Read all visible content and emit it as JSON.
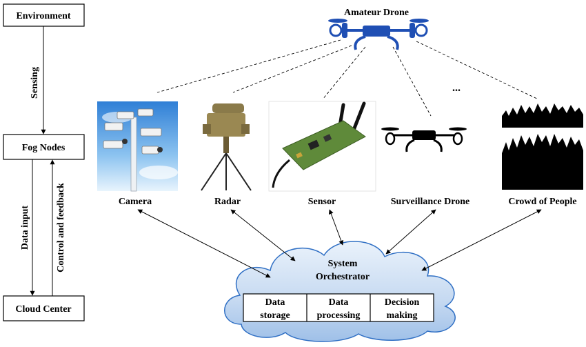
{
  "left_flow": {
    "environment": "Environment",
    "fog_nodes": "Fog Nodes",
    "cloud_center": "Cloud Center",
    "sensing": "Sensing",
    "data_input": "Data input",
    "control_feedback": "Control and feedback"
  },
  "top": {
    "amateur_drone": "Amateur Drone",
    "ellipsis": "..."
  },
  "devices": {
    "camera": "Camera",
    "radar": "Radar",
    "sensor": "Sensor",
    "surveillance_drone": "Surveillance Drone",
    "crowd": "Crowd of People"
  },
  "orchestrator": {
    "line1": "System",
    "line2": "Orchestrator",
    "cells": [
      {
        "line1": "Data",
        "line2": "storage"
      },
      {
        "line1": "Data",
        "line2": "processing"
      },
      {
        "line1": "Decision",
        "line2": "making"
      }
    ]
  },
  "colors": {
    "drone_blue": "#1f4fb4",
    "sky_blue": "#5aa0e6",
    "cloud_fill": "#c9dcf2",
    "cloud_edge": "#2f6fc4",
    "pcb_green": "#5f8a3a"
  }
}
